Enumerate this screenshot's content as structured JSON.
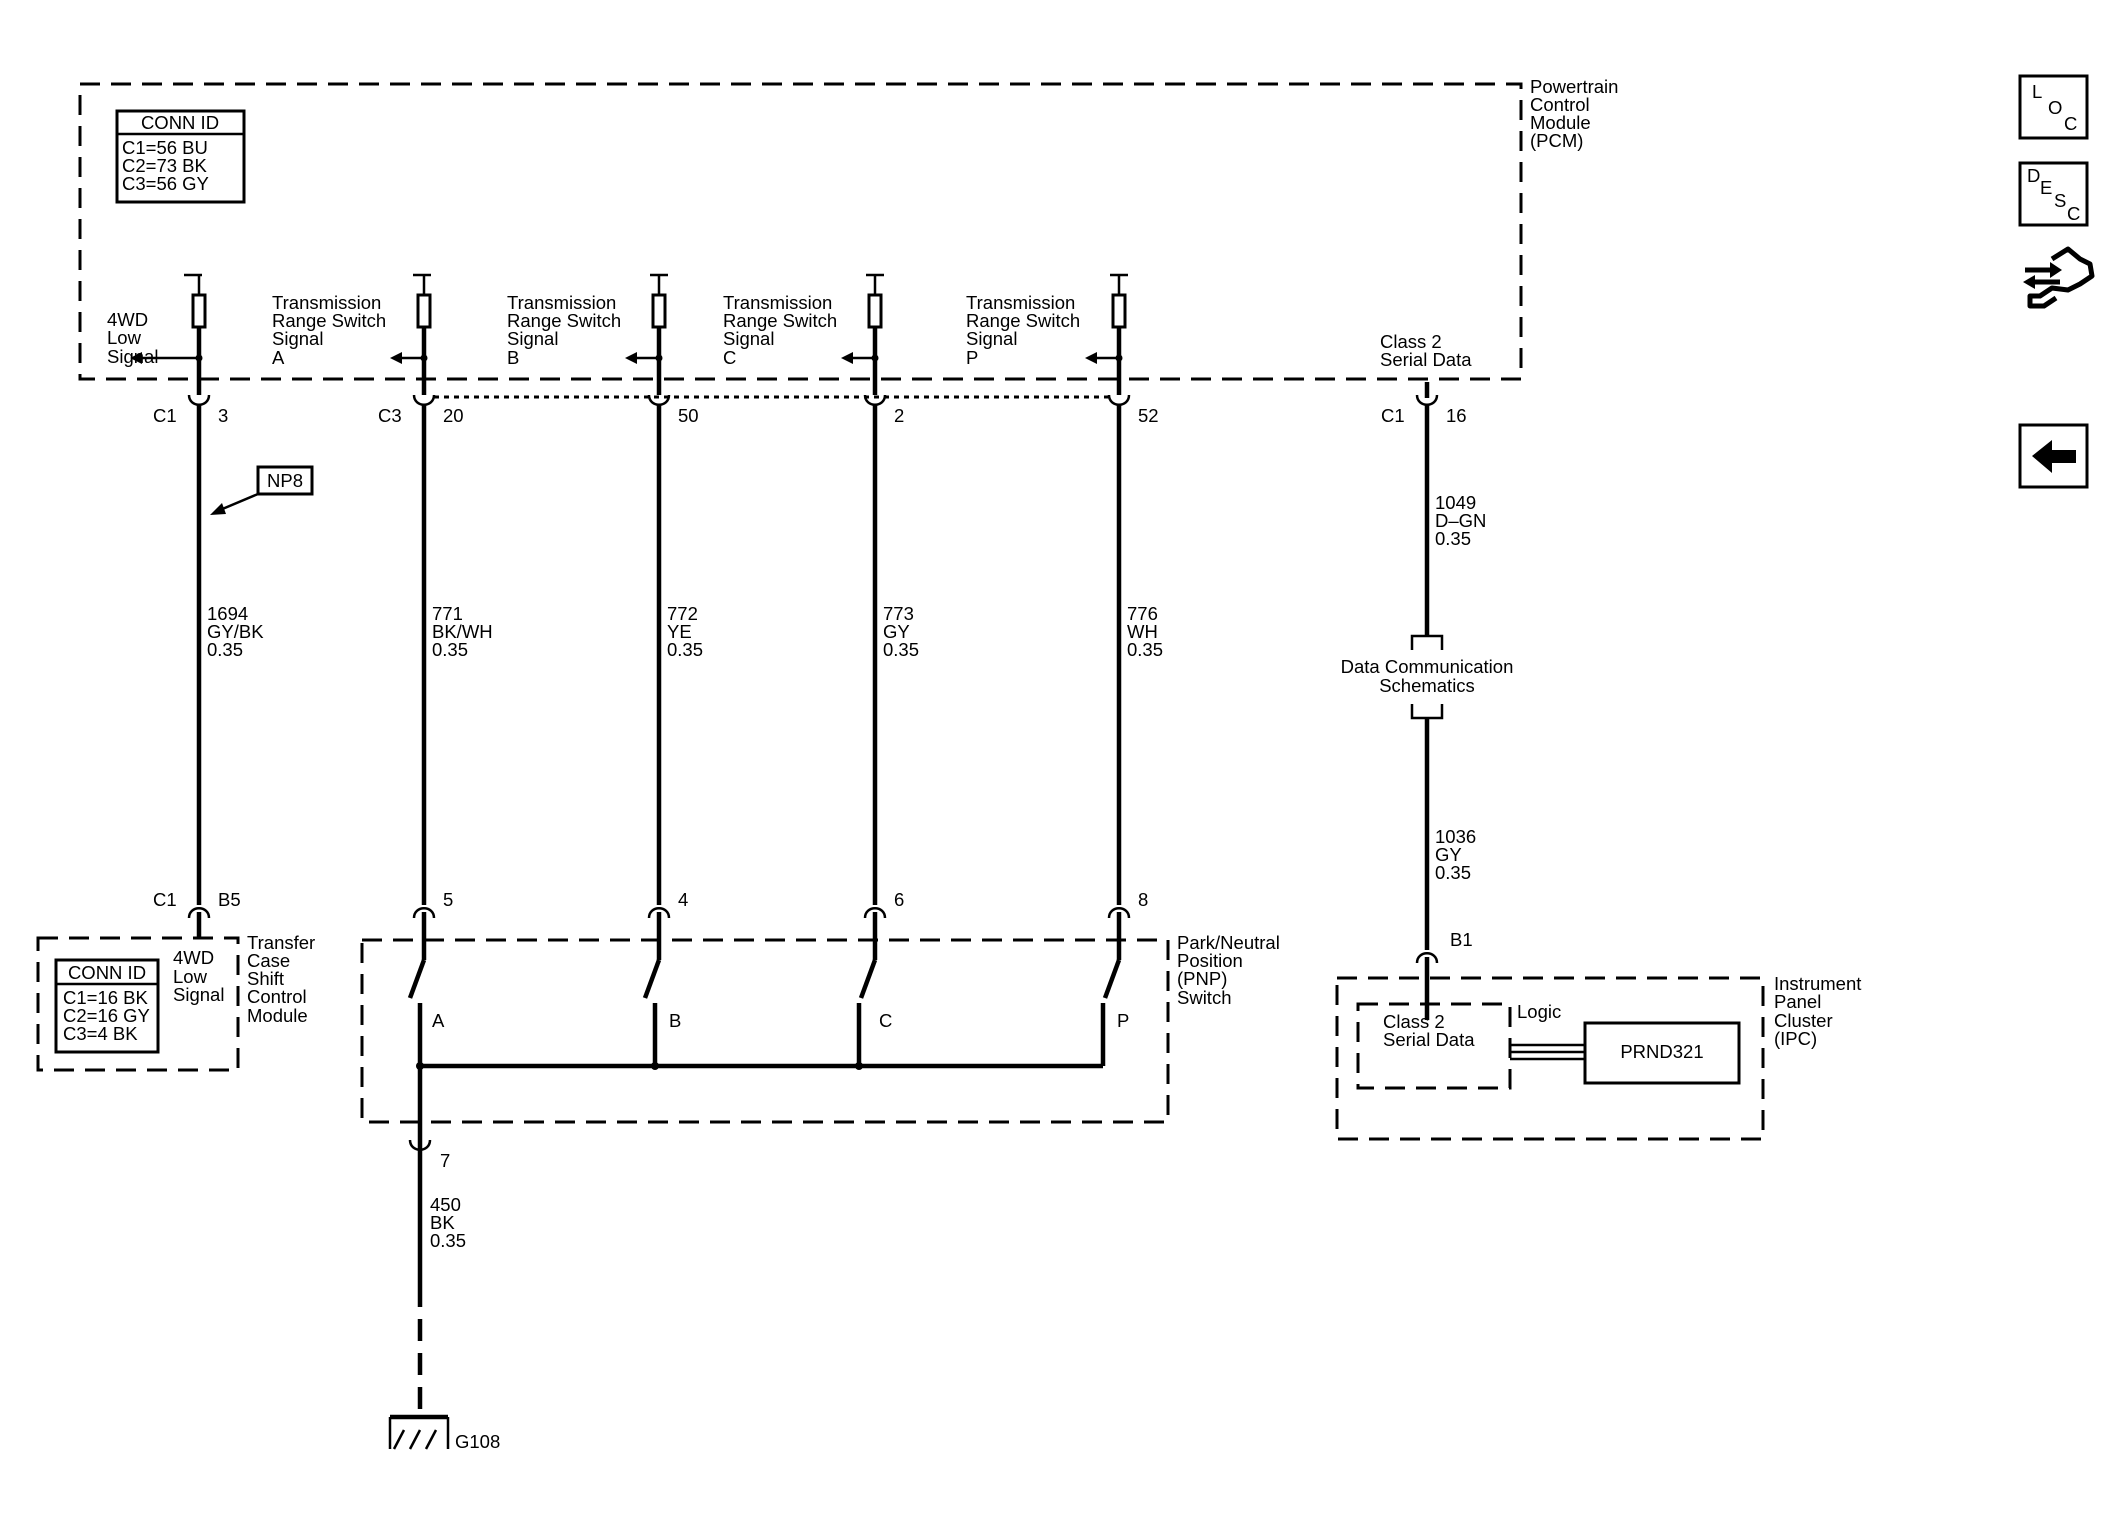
{
  "pcm": {
    "name": [
      "Powertrain",
      "Control",
      "Module",
      "(PCM)"
    ],
    "conn_id": {
      "title": "CONN ID",
      "lines": [
        "C1=56 BU",
        "C2=73 BK",
        "C3=56 GY"
      ]
    }
  },
  "signals": {
    "fwd_low": [
      "4WD",
      "Low",
      "Signal"
    ],
    "a": [
      "Transmission",
      "Range Switch",
      "Signal",
      "A"
    ],
    "b": [
      "Transmission",
      "Range Switch",
      "Signal",
      "B"
    ],
    "c": [
      "Transmission",
      "Range Switch",
      "Signal",
      "C"
    ],
    "p": [
      "Transmission",
      "Range Switch",
      "Signal",
      "P"
    ],
    "class2": [
      "Class 2",
      "Serial Data"
    ]
  },
  "pins_top": {
    "c1_3": {
      "conn": "C1",
      "pin": "3"
    },
    "c3_20": {
      "conn": "C3",
      "pin": "20"
    },
    "p50": "50",
    "p2": "2",
    "p52": "52",
    "c1_16": {
      "conn": "C1",
      "pin": "16"
    }
  },
  "wires": {
    "w1694": [
      "1694",
      "GY/BK",
      "0.35"
    ],
    "w771": [
      "771",
      "BK/WH",
      "0.35"
    ],
    "w772": [
      "772",
      "YE",
      "0.35"
    ],
    "w773": [
      "773",
      "GY",
      "0.35"
    ],
    "w776": [
      "776",
      "WH",
      "0.35"
    ],
    "w1049": [
      "1049",
      "D–GN",
      "0.35"
    ],
    "w1036": [
      "1036",
      "GY",
      "0.35"
    ],
    "w450": [
      "450",
      "BK",
      "0.35"
    ]
  },
  "option_tag": "NP8",
  "data_comm": [
    "Data Communication",
    "Schematics"
  ],
  "pins_bottom": {
    "c1_b5": {
      "conn": "C1",
      "pin": "B5"
    },
    "p5": "5",
    "p4": "4",
    "p6": "6",
    "p8": "8",
    "b1": "B1",
    "p7": "7"
  },
  "tccm": {
    "name": [
      "Transfer",
      "Case",
      "Shift",
      "Control",
      "Module"
    ],
    "signal": [
      "4WD",
      "Low",
      "Signal"
    ],
    "conn_id": {
      "title": "CONN ID",
      "lines": [
        "C1=16 BK",
        "C2=16 GY",
        "C3=4 BK"
      ]
    }
  },
  "pnp": {
    "name": [
      "Park/Neutral",
      "Position",
      "(PNP)",
      "Switch"
    ],
    "contacts": [
      "A",
      "B",
      "C",
      "P"
    ]
  },
  "ipc": {
    "name": [
      "Instrument",
      "Panel",
      "Cluster",
      "(IPC)"
    ],
    "class2": [
      "Class 2",
      "Serial Data"
    ],
    "logic": "Logic",
    "display": "PRND321"
  },
  "ground": "G108",
  "nav": {
    "loc": [
      "L",
      "O",
      "C"
    ],
    "desc": [
      "D",
      "E",
      "S",
      "C"
    ]
  }
}
